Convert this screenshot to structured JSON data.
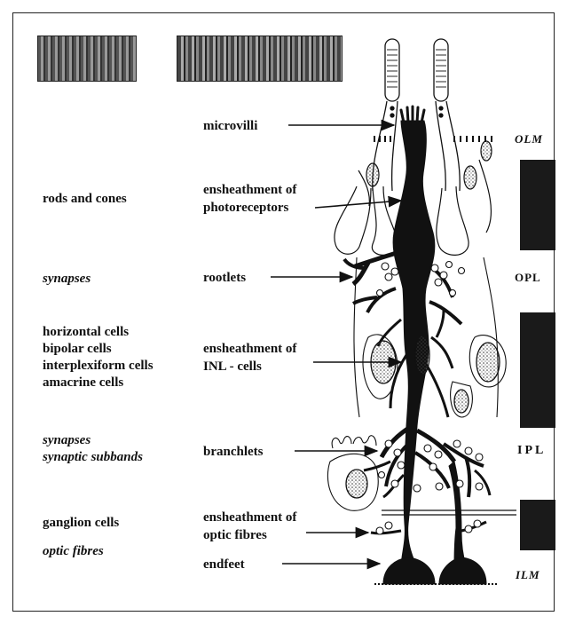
{
  "left_column": {
    "rods_and_cones": "rods and cones",
    "synapses_opl": "synapses",
    "inl_cells": [
      "horizontal cells",
      "bipolar cells",
      "interplexiform cells",
      "amacrine cells"
    ],
    "synapses_ipl": "synapses",
    "synaptic_subbands": "synaptic subbands",
    "ganglion_cells": "ganglion cells",
    "optic_fibres": "optic fibres"
  },
  "middle_column": {
    "microvilli": "microvilli",
    "ensheathment_photoreceptors": [
      "ensheathment of",
      "photoreceptors"
    ],
    "rootlets": "rootlets",
    "ensheathment_inl": [
      "ensheathment of",
      "INL - cells"
    ],
    "branchlets": "branchlets",
    "ensheathment_optic": [
      "ensheathment of",
      "optic fibres"
    ],
    "endfeet": "endfeet"
  },
  "layers": {
    "olm": "OLM",
    "opl": "OPL",
    "ipl": "IPL",
    "ilm": "ILM"
  },
  "colors": {
    "glia": "#111111",
    "block": "#1a1a1a",
    "outline": "#222222"
  }
}
